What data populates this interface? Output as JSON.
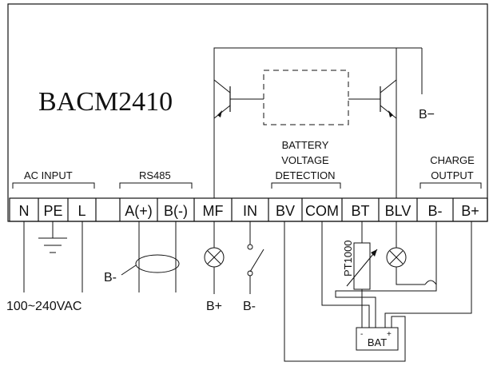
{
  "device": {
    "model": "BACM2410"
  },
  "sections": {
    "ac_input": "AC INPUT",
    "rs485": "RS485",
    "battery_voltage_detection": [
      "BATTERY",
      "VOLTAGE",
      "DETECTION"
    ],
    "charge_output": [
      "CHARGE",
      "OUTPUT"
    ]
  },
  "terminals": [
    "N",
    "PE",
    "L",
    "",
    "A(+)",
    "B(-)",
    "MF",
    "IN",
    "BV",
    "COM",
    "BT",
    "BLV",
    "B-",
    "B+"
  ],
  "labels": {
    "internal_bminus": "B−",
    "rs485_bminus": "B-",
    "mf_bplus": "B+",
    "in_bminus": "B-",
    "ac_range": "100~240VAC",
    "sensor": "PT1000",
    "battery": "BAT",
    "bat_minus": "-",
    "bat_plus": "+"
  }
}
